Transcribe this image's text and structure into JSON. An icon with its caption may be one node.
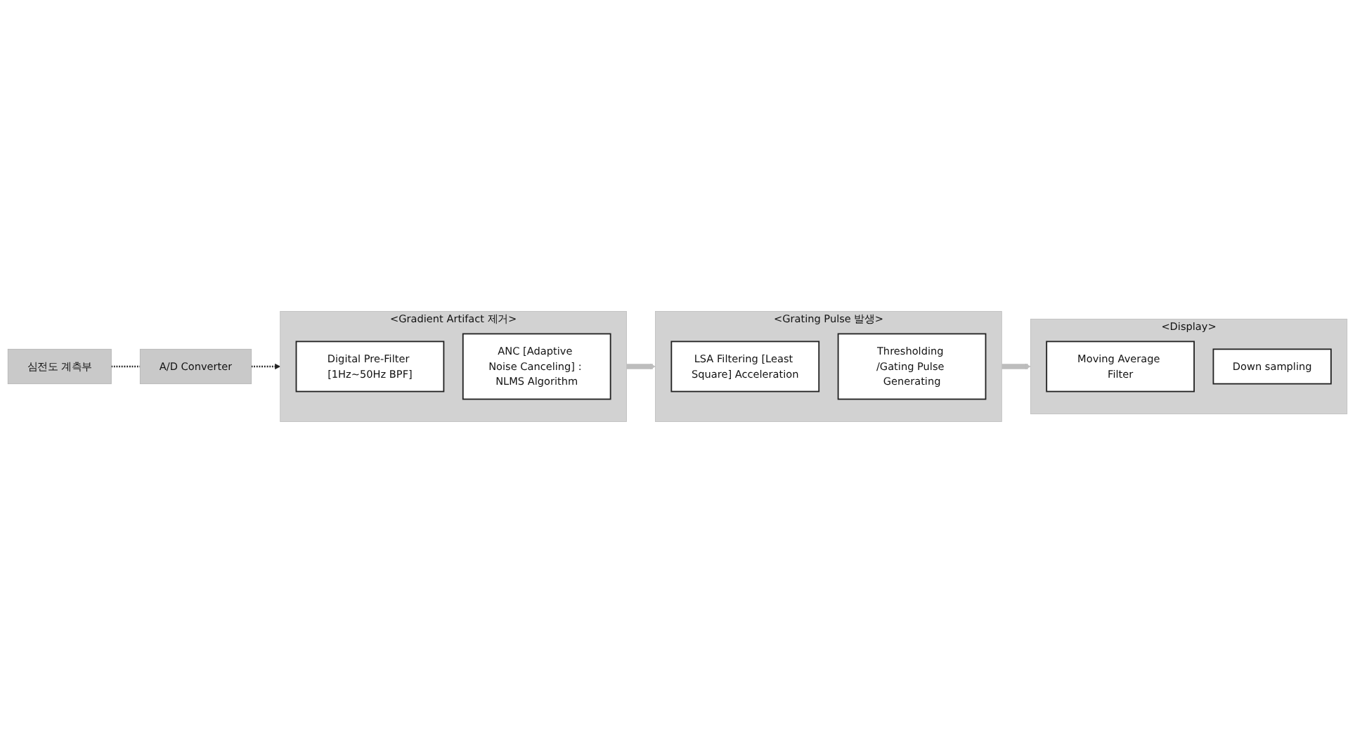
{
  "diagram": {
    "nodes": [
      {
        "text": [
          "심전도 계측부"
        ]
      },
      {
        "text": [
          "A/D Converter"
        ]
      },
      {
        "text": [
          "<Gradient Artifact 제거>"
        ]
      },
      {
        "text": [
          "Digital Pre-Filter [1Hz~50Hz BPF]"
        ],
        "in": 2
      },
      {
        "text": [
          "ANC [Adaptive Noise Canceling] : NLMS Algorithm"
        ],
        "in": 2
      },
      {
        "text": [
          "<Grating Pulse 발생>"
        ]
      },
      {
        "text": [
          "LSA Filtering [Least Square] Acceleration"
        ],
        "in": 5
      },
      {
        "text": [
          "Thresholding /Gating Pulse Generating"
        ],
        "in": 5
      },
      {
        "text": [
          "<Display>"
        ]
      },
      {
        "text": [
          "Moving Average Filter"
        ],
        "in": 8
      },
      {
        "text": [
          "Down sampling"
        ],
        "in": 8
      }
    ],
    "edges": [
      {
        "from": 0,
        "to": 1,
        "arrow": "none",
        "style": "dashed"
      },
      {
        "from": 1,
        "to": 2,
        "arrow": "to",
        "style": "dashed"
      },
      {
        "from": 2,
        "to": 5,
        "arrow": "to",
        "style": "thick",
        "color": "#bdbdbd"
      },
      {
        "from": 5,
        "to": 8,
        "arrow": "to",
        "style": "thick",
        "color": "#bdbdbd"
      }
    ]
  }
}
